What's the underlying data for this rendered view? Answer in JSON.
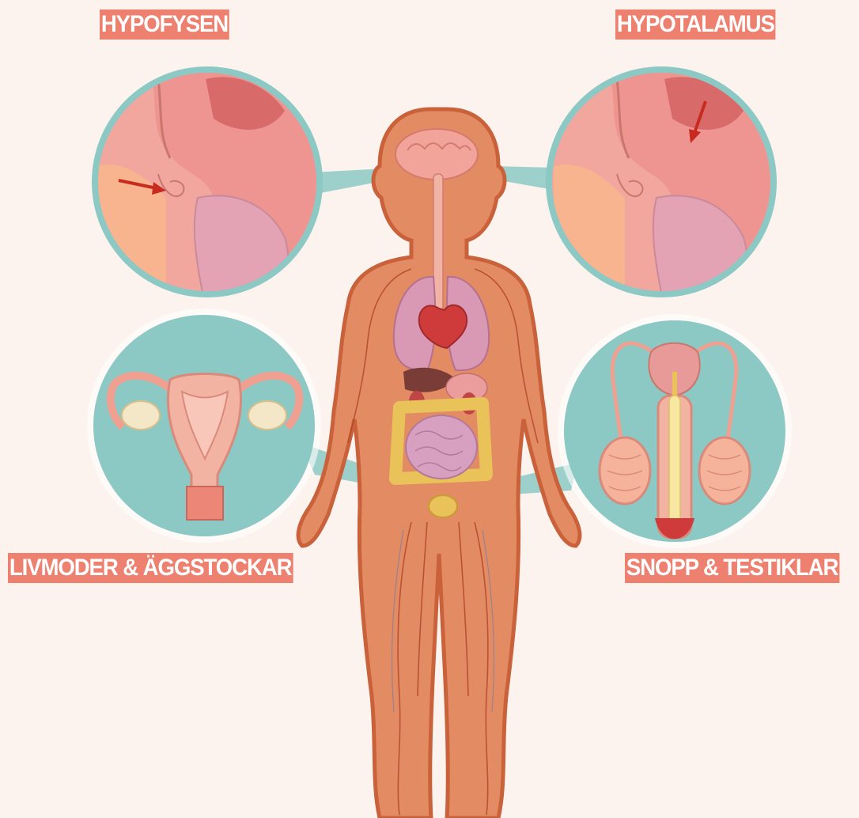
{
  "labels": {
    "hypofysen": "HYPOFYSEN",
    "hypotalamus": "HYPOTALAMUS",
    "livmoder": "LIVMODER & ÄGGSTOCKAR",
    "snopp": "SNOPP & TESTIKLAR"
  },
  "colors": {
    "background": "#fcf3ee",
    "label_bg": "#ee806f",
    "label_text": "#ffffff",
    "circle_ring": "#8cc8c4",
    "body_skin": "#e38b63",
    "body_outline": "#c9613a",
    "brain_pink": "#f2a49b",
    "heart_red": "#cf3b3b",
    "lung_pink": "#d999b5",
    "intestine_yellow": "#e9c25a",
    "arrow_red": "#c82a1f"
  },
  "icons": {
    "arrow": "red-arrow-icon"
  }
}
